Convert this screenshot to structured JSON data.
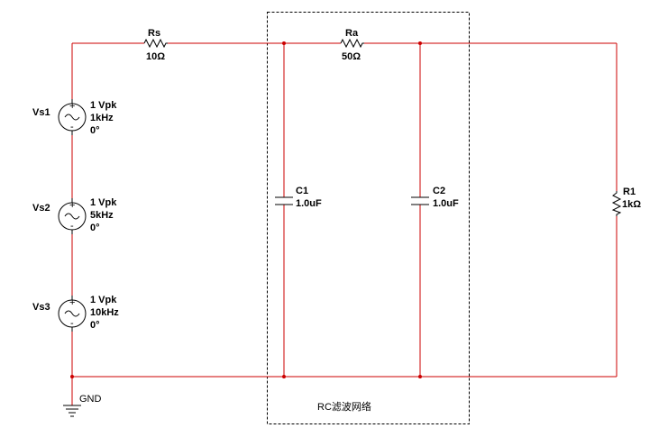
{
  "components": {
    "rs": {
      "name": "Rs",
      "value": "10Ω"
    },
    "ra": {
      "name": "Ra",
      "value": "50Ω"
    },
    "r1": {
      "name": "R1",
      "value": "1kΩ"
    },
    "c1": {
      "name": "C1",
      "value": "1.0uF"
    },
    "c2": {
      "name": "C2",
      "value": "1.0uF"
    },
    "vs1": {
      "name": "Vs1",
      "amplitude": "1 Vpk",
      "frequency": "1kHz",
      "phase": "0°"
    },
    "vs2": {
      "name": "Vs2",
      "amplitude": "1 Vpk",
      "frequency": "5kHz",
      "phase": "0°"
    },
    "vs3": {
      "name": "Vs3",
      "amplitude": "1 Vpk",
      "frequency": "10kHz",
      "phase": "0°"
    },
    "gnd": {
      "name": "GND"
    }
  },
  "subcircuit": {
    "label": "RC滤波网络"
  },
  "colors": {
    "wire": "#cc0000",
    "component": "#000000",
    "background": "#ffffff"
  }
}
